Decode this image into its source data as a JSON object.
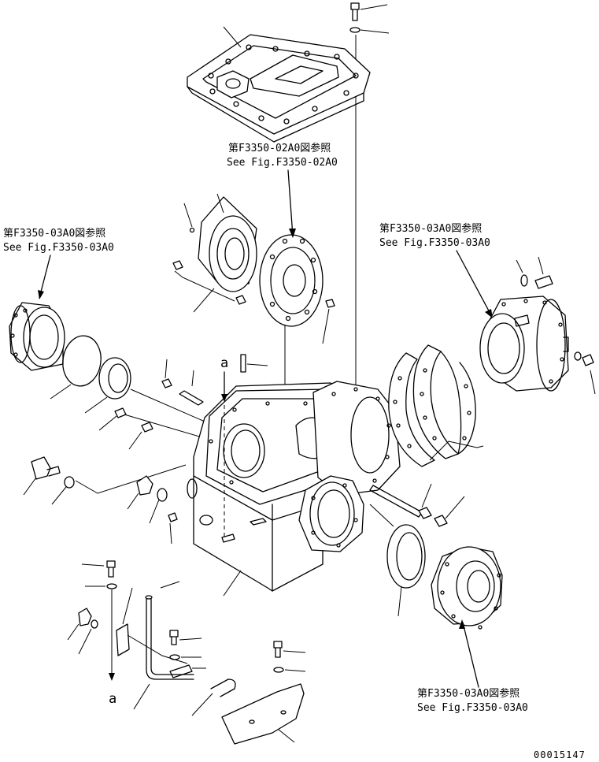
{
  "references": {
    "top_center": {
      "jp": "第F3350-02A0図参照",
      "en": "See Fig.F3350-02A0"
    },
    "left": {
      "jp": "第F3350-03A0図参照",
      "en": "See Fig.F3350-03A0"
    },
    "right": {
      "jp": "第F3350-03A0図参照",
      "en": "See Fig.F3350-03A0"
    },
    "bottom_right": {
      "jp": "第F3350-03A0図参照",
      "en": "See Fig.F3350-03A0"
    }
  },
  "markers": {
    "top": "a",
    "bottom": "a"
  },
  "drawing_number": "00015147"
}
